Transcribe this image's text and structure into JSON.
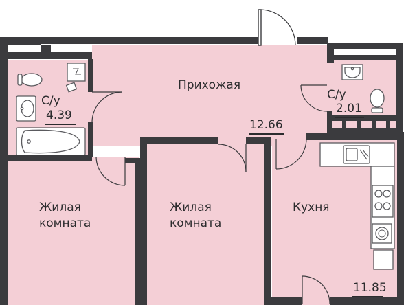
{
  "plan": {
    "hallway": {
      "name": "Прихожая",
      "area": "12.66"
    },
    "bathroom_left": {
      "name": "С/у",
      "area": "4.39"
    },
    "bathroom_right": {
      "name": "С/у",
      "area": "2.01"
    },
    "room_left": {
      "line1": "Жилая",
      "line2": "комната"
    },
    "room_middle": {
      "line1": "Жилая",
      "line2": "комната"
    },
    "kitchen": {
      "name": "Кухня",
      "area": "11.85"
    }
  },
  "colors": {
    "room_fill": "#f4cfd6",
    "wall": "#3b3b3e",
    "background": "#ffffff"
  }
}
